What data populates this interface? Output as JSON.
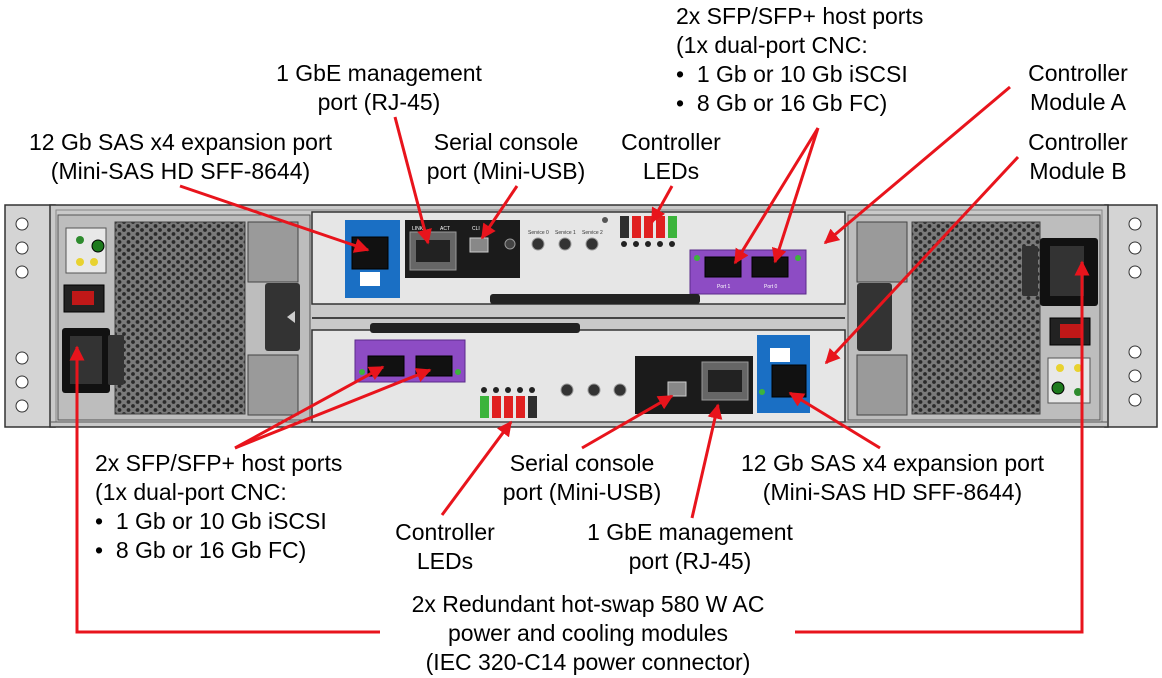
{
  "labels": {
    "top_host_ports": {
      "line1": "2x SFP/SFP+ host ports",
      "line2": "(1x dual-port CNC:",
      "bullet1": "1 Gb or 10 Gb iSCSI",
      "bullet2": "8 Gb or 16 Gb FC)"
    },
    "top_mgmt": {
      "line1": "1 GbE management",
      "line2": "port (RJ-45)"
    },
    "top_sas": {
      "line1": "12 Gb SAS x4 expansion port",
      "line2": "(Mini-SAS HD SFF-8644)"
    },
    "top_serial": {
      "line1": "Serial console",
      "line2": "port (Mini-USB)"
    },
    "top_leds": {
      "line1": "Controller",
      "line2": "LEDs"
    },
    "ctrl_a": {
      "line1": "Controller",
      "line2": "Module A"
    },
    "ctrl_b": {
      "line1": "Controller",
      "line2": "Module B"
    },
    "bottom_host_ports": {
      "line1": "2x SFP/SFP+ host ports",
      "line2": "(1x dual-port CNC:",
      "bullet1": "1 Gb or 10 Gb iSCSI",
      "bullet2": "8 Gb or 16 Gb FC)"
    },
    "bottom_serial": {
      "line1": "Serial console",
      "line2": "port (Mini-USB)"
    },
    "bottom_sas": {
      "line1": "12 Gb SAS x4 expansion port",
      "line2": "(Mini-SAS HD SFF-8644)"
    },
    "bottom_leds": {
      "line1": "Controller",
      "line2": "LEDs"
    },
    "bottom_mgmt": {
      "line1": "1 GbE management",
      "line2": "port (RJ-45)"
    },
    "psu": {
      "line1": "2x Redundant hot-swap 580 W AC",
      "line2": "power and cooling modules",
      "line3": "(IEC 320-C14 power connector)"
    }
  },
  "device_text": {
    "link": "LINK",
    "act": "ACT",
    "cli": "CLI",
    "service0": "Service 0",
    "service1": "Service 1",
    "service2": "Service 2",
    "port0": "Port 0",
    "port1": "Port 1"
  },
  "colors": {
    "arrow": "#e8141c",
    "sas_panel": "#1a6fc4",
    "host_card": "#8d4cc4",
    "chassis": "#c8c8c8",
    "controller": "#e4e4e4",
    "led_green": "#3cb43c",
    "led_red": "#e02020"
  }
}
